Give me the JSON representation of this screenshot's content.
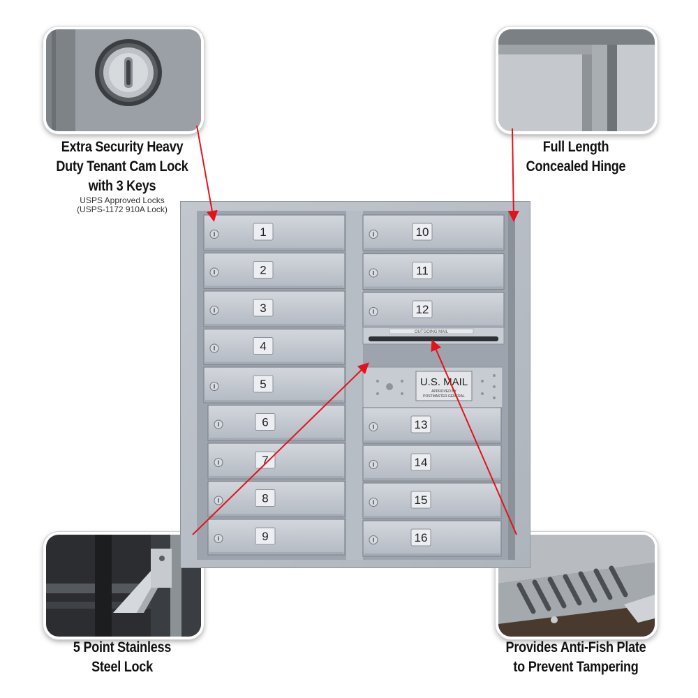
{
  "callouts": {
    "cam_lock": {
      "title_lines": [
        "Extra Security Heavy",
        "Duty Tenant Cam Lock",
        "with 3 Keys"
      ],
      "sub_lines": [
        "USPS Approved Locks",
        "(USPS-1172 910A Lock)"
      ]
    },
    "hinge": {
      "title_lines": [
        "Full Length",
        "Concealed Hinge"
      ]
    },
    "steel_lock": {
      "title_lines": [
        "5 Point Stainless",
        "Steel Lock"
      ]
    },
    "anti_fish": {
      "title_lines": [
        "Provides Anti-Fish Plate",
        "to Prevent Tampering"
      ]
    }
  },
  "mailbox": {
    "left_doors": [
      "1",
      "2",
      "3",
      "4",
      "5",
      "6",
      "7",
      "8",
      "9"
    ],
    "right_top_doors": [
      "10",
      "11",
      "12"
    ],
    "right_bottom_doors": [
      "13",
      "14",
      "15",
      "16"
    ],
    "plate": {
      "title": "U.S. MAIL",
      "line1": "APPROVED BY",
      "line2": "POSTMASTER GENERAL"
    },
    "slot_label": "OUTGOING MAIL"
  },
  "colors": {
    "panel": "#b9bfc8",
    "door": "#c4c9d1",
    "arrow": "#e3121b"
  }
}
